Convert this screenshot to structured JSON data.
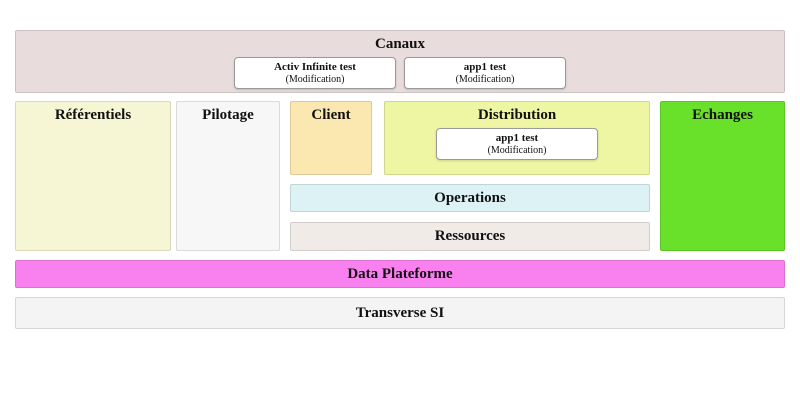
{
  "blocks": {
    "canaux": {
      "label": "Canaux",
      "bg": "#e8dcdc"
    },
    "referentiels": {
      "label": "Référentiels",
      "bg": "#f6f6d5"
    },
    "pilotage": {
      "label": "Pilotage",
      "bg": "#f7f7f7"
    },
    "client": {
      "label": "Client",
      "bg": "#fae8b0"
    },
    "distribution": {
      "label": "Distribution",
      "bg": "#eef5a3"
    },
    "operations": {
      "label": "Operations",
      "bg": "#dcf2f5"
    },
    "ressources": {
      "label": "Ressources",
      "bg": "#f1ebe8"
    },
    "echanges": {
      "label": "Echanges",
      "bg": "#69e02a"
    },
    "data_plateforme": {
      "label": "Data Plateforme",
      "bg": "#f980ef"
    },
    "transverse_si": {
      "label": "Transverse SI",
      "bg": "#f4f4f4"
    }
  },
  "apps": {
    "canaux": [
      {
        "name": "Activ Infinite test",
        "status": "(Modification)"
      },
      {
        "name": "app1 test",
        "status": "(Modification)"
      }
    ],
    "distribution": [
      {
        "name": "app1 test",
        "status": "(Modification)"
      }
    ]
  }
}
